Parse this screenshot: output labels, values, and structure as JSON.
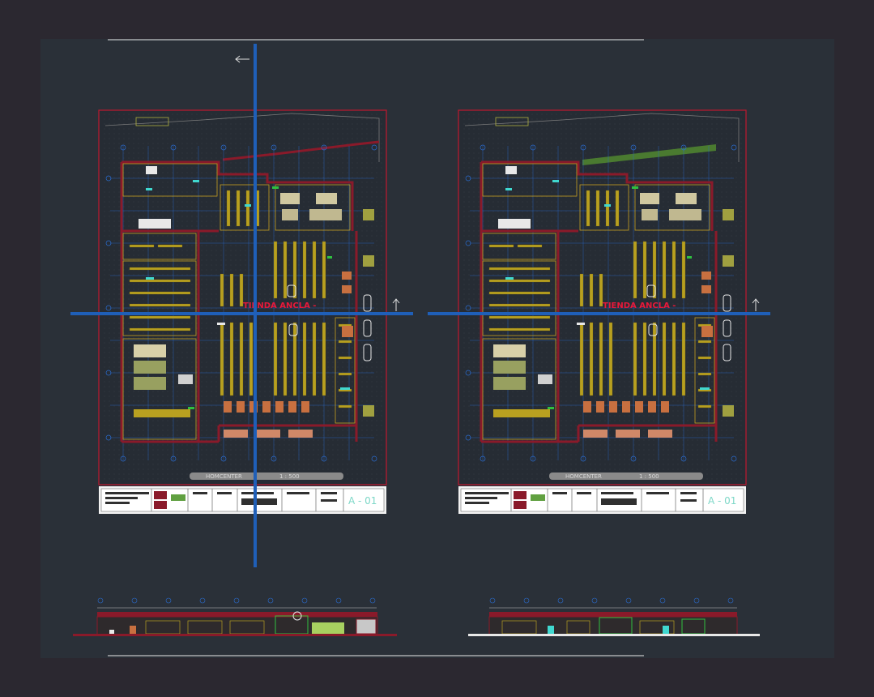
{
  "drawing": {
    "sheets": [
      {
        "store_label": "TIENDA ANCLA -",
        "plan_caption": "HOMCENTER",
        "scale_text": "1 : 500",
        "sheet_number": "A - 01"
      },
      {
        "store_label": "TIENDA ANCLA -",
        "plan_caption": "HOMCENTER",
        "scale_text": "1 : 500",
        "sheet_number": "A - 01"
      }
    ]
  },
  "colors": {
    "background": "#2b2830",
    "canvas": "#2a3038",
    "frame": "#e8e8e8",
    "border_red": "#c01830",
    "wall": "#8a1a2a",
    "shelf": "#b8a020",
    "grid_axis": "#2a6cd0",
    "crosshair": "#1f5fb8",
    "accent_cyan": "#40d8d0",
    "accent_green": "#30c040",
    "label_red": "#e8183a"
  },
  "icons": [
    "north-arrow-icon",
    "arrow-left-icon",
    "crosshair-cursor"
  ]
}
